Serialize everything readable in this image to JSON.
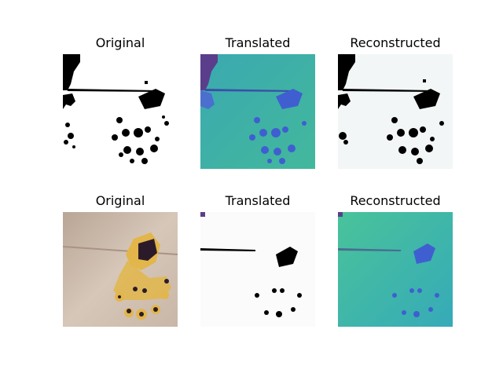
{
  "figure": {
    "rows": [
      {
        "panels": [
          {
            "title": "Original",
            "style": "binary-mask"
          },
          {
            "title": "Translated",
            "style": "teal-blue-map"
          },
          {
            "title": "Reconstructed",
            "style": "binary-mask-soft"
          }
        ]
      },
      {
        "panels": [
          {
            "title": "Original",
            "style": "photo-embroidery"
          },
          {
            "title": "Translated",
            "style": "binary-mask-soft"
          },
          {
            "title": "Reconstructed",
            "style": "teal-blue-map"
          }
        ]
      }
    ]
  },
  "colors": {
    "background": "#ffffff",
    "teal": "#3fb7b0",
    "blue": "#3f5fd0",
    "purple": "#5a3e8c",
    "fabric": "#cbb8a8",
    "gold": "#e2b64a",
    "ink": "#000000"
  }
}
